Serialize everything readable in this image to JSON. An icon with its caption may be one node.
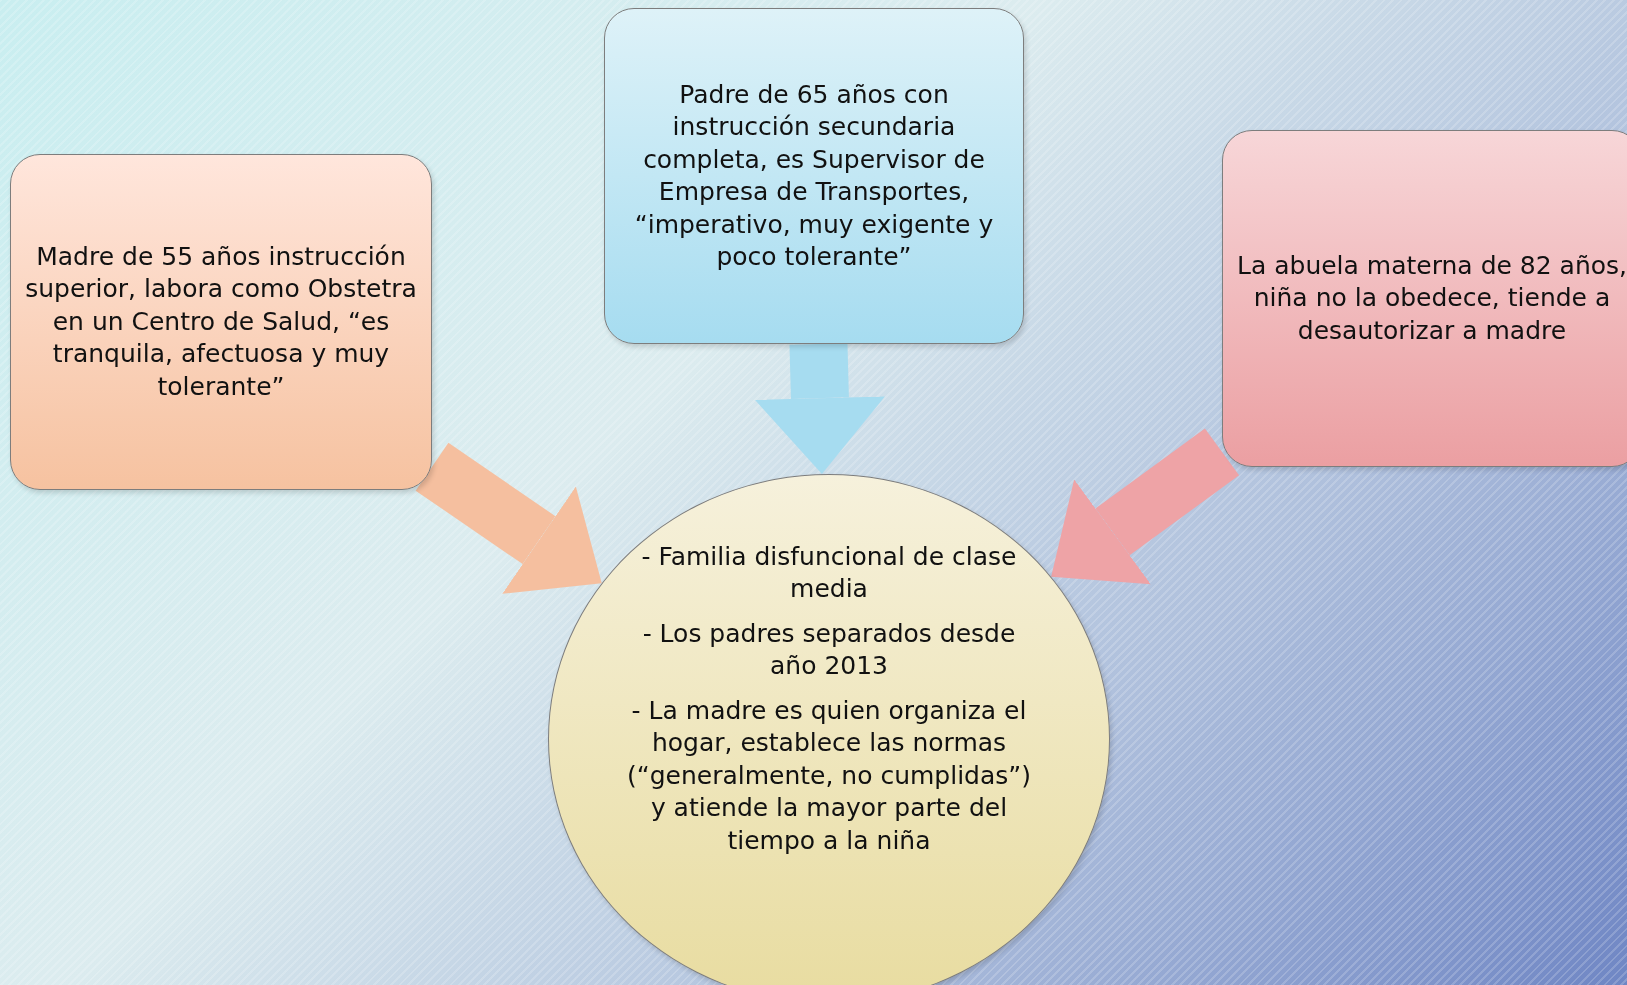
{
  "diagram": {
    "nodes": [
      {
        "text": [
          "Madre de 55 años instrucción superior, labora como Obstetra en un Centro de Salud, “es tranquila, afectuosa y muy tolerante”"
        ]
      },
      {
        "text": [
          "Padre de 65 años con instrucción secundaria completa,  es Supervisor de  Empresa de Transportes, “imperativo, muy exigente y poco tolerante”"
        ]
      },
      {
        "text": [
          "La abuela materna  de 82 años,  niña no la obedece, tiende a desautorizar a madre"
        ]
      },
      {
        "text": [
          "- Familia  disfuncional de clase media",
          "- Los padres  separados desde año 2013",
          "- La madre es quien organiza el hogar, establece las normas (“generalmente, no cumplidas”) y atiende la mayor parte del tiempo a la niña"
        ]
      }
    ],
    "edges": [
      {
        "from": 0,
        "to": 3,
        "arrow": "to",
        "color": "#f5bf9f"
      },
      {
        "from": 1,
        "to": 3,
        "arrow": "to",
        "color": "#a6dcf0"
      },
      {
        "from": 2,
        "to": 3,
        "arrow": "to",
        "color": "#eea3a6"
      }
    ]
  }
}
